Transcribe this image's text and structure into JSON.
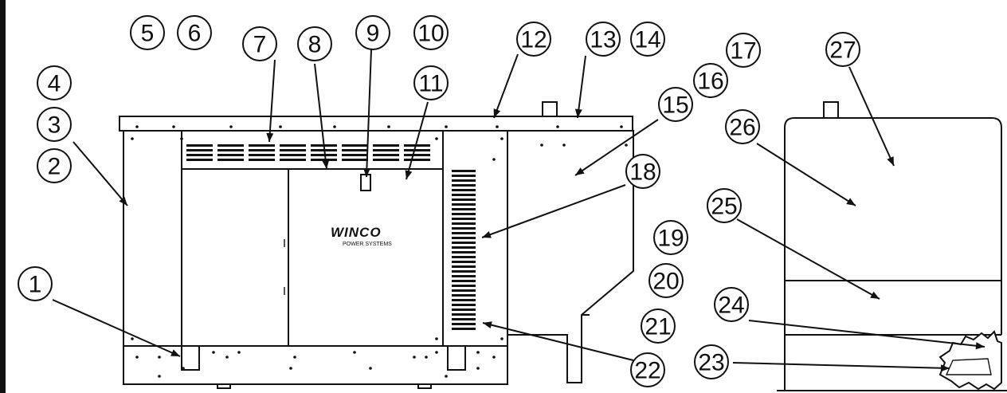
{
  "callouts": [
    "1",
    "2",
    "3",
    "4",
    "5",
    "6",
    "7",
    "8",
    "9",
    "10",
    "11",
    "12",
    "13",
    "14",
    "15",
    "16",
    "17",
    "18",
    "19",
    "20",
    "21",
    "22",
    "23",
    "24",
    "25",
    "26",
    "27"
  ],
  "brand": {
    "logo_text": "WINCO",
    "subtitle": "POWER SYSTEMS"
  },
  "colors": {
    "line": "#111111",
    "background": "#ffffff"
  }
}
